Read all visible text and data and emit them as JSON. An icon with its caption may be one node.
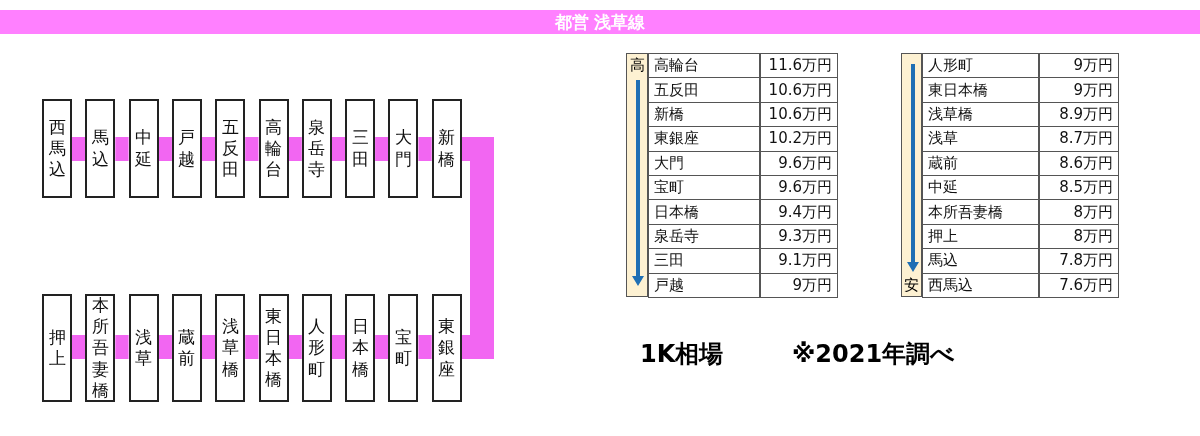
{
  "diagram": {
    "title": "都営 浅草線",
    "nodes": [
      {
        "text": [
          "西馬込"
        ]
      },
      {
        "text": [
          "馬込"
        ]
      },
      {
        "text": [
          "中延"
        ]
      },
      {
        "text": [
          "戸越"
        ]
      },
      {
        "text": [
          "五反田"
        ]
      },
      {
        "text": [
          "高輪台"
        ]
      },
      {
        "text": [
          "泉岳寺"
        ]
      },
      {
        "text": [
          "三田"
        ]
      },
      {
        "text": [
          "大門"
        ]
      },
      {
        "text": [
          "新橋"
        ]
      },
      {
        "text": [
          "押上"
        ]
      },
      {
        "text": [
          "本所吾妻橋"
        ]
      },
      {
        "text": [
          "浅草"
        ]
      },
      {
        "text": [
          "蔵前"
        ]
      },
      {
        "text": [
          "浅草橋"
        ]
      },
      {
        "text": [
          "東日本橋"
        ]
      },
      {
        "text": [
          "人形町"
        ]
      },
      {
        "text": [
          "日本橋"
        ]
      },
      {
        "text": [
          "宝町"
        ]
      },
      {
        "text": [
          "東銀座"
        ]
      }
    ],
    "edges": [
      {
        "from": 0,
        "to": 1,
        "arrow": "none"
      },
      {
        "from": 1,
        "to": 2,
        "arrow": "none"
      },
      {
        "from": 2,
        "to": 3,
        "arrow": "none"
      },
      {
        "from": 3,
        "to": 4,
        "arrow": "none"
      },
      {
        "from": 4,
        "to": 5,
        "arrow": "none"
      },
      {
        "from": 5,
        "to": 6,
        "arrow": "none"
      },
      {
        "from": 6,
        "to": 7,
        "arrow": "none"
      },
      {
        "from": 7,
        "to": 8,
        "arrow": "none"
      },
      {
        "from": 8,
        "to": 9,
        "arrow": "none"
      },
      {
        "from": 9,
        "to": 19,
        "arrow": "none"
      },
      {
        "from": 19,
        "to": 18,
        "arrow": "none"
      },
      {
        "from": 18,
        "to": 17,
        "arrow": "none"
      },
      {
        "from": 17,
        "to": 16,
        "arrow": "none"
      },
      {
        "from": 16,
        "to": 15,
        "arrow": "none"
      },
      {
        "from": 15,
        "to": 14,
        "arrow": "none"
      },
      {
        "from": 14,
        "to": 13,
        "arrow": "none"
      },
      {
        "from": 13,
        "to": 12,
        "arrow": "none"
      },
      {
        "from": 12,
        "to": 11,
        "arrow": "none"
      },
      {
        "from": 11,
        "to": 10,
        "arrow": "none"
      }
    ],
    "labels": [
      "高",
      "高輪台",
      "11.6万円",
      "五反田",
      "10.6万円",
      "新橋",
      "10.6万円",
      "東銀座",
      "10.2万円",
      "大門",
      "9.6万円",
      "宝町",
      "9.6万円",
      "日本橋",
      "9.4万円",
      "泉岳寺",
      "9.3万円",
      "三田",
      "9.1万円",
      "戸越",
      "9万円",
      "人形町",
      "9万円",
      "東日本橋",
      "9万円",
      "浅草橋",
      "8.9万円",
      "浅草",
      "8.7万円",
      "蔵前",
      "8.6万円",
      "中延",
      "8.5万円",
      "本所吾妻橋",
      "8万円",
      "押上",
      "8万円",
      "馬込",
      "7.8万円",
      "安",
      "西馬込",
      "7.6万円",
      "1K相場",
      "※2021年調べ"
    ]
  }
}
